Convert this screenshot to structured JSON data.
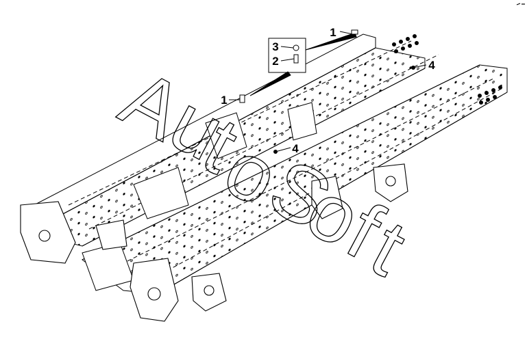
{
  "diagram": {
    "callouts": [
      {
        "id": "c1a",
        "label": "1"
      },
      {
        "id": "c3",
        "label": "3"
      },
      {
        "id": "c2",
        "label": "2"
      },
      {
        "id": "c4a",
        "label": "4"
      },
      {
        "id": "c1b",
        "label": "1"
      },
      {
        "id": "c4b",
        "label": "4"
      }
    ],
    "watermark": {
      "letters": [
        "A",
        "u",
        "t",
        "o",
        "S",
        "o",
        "f",
        "t"
      ]
    },
    "colors": {
      "line": "#000000",
      "background": "#ffffff"
    }
  }
}
